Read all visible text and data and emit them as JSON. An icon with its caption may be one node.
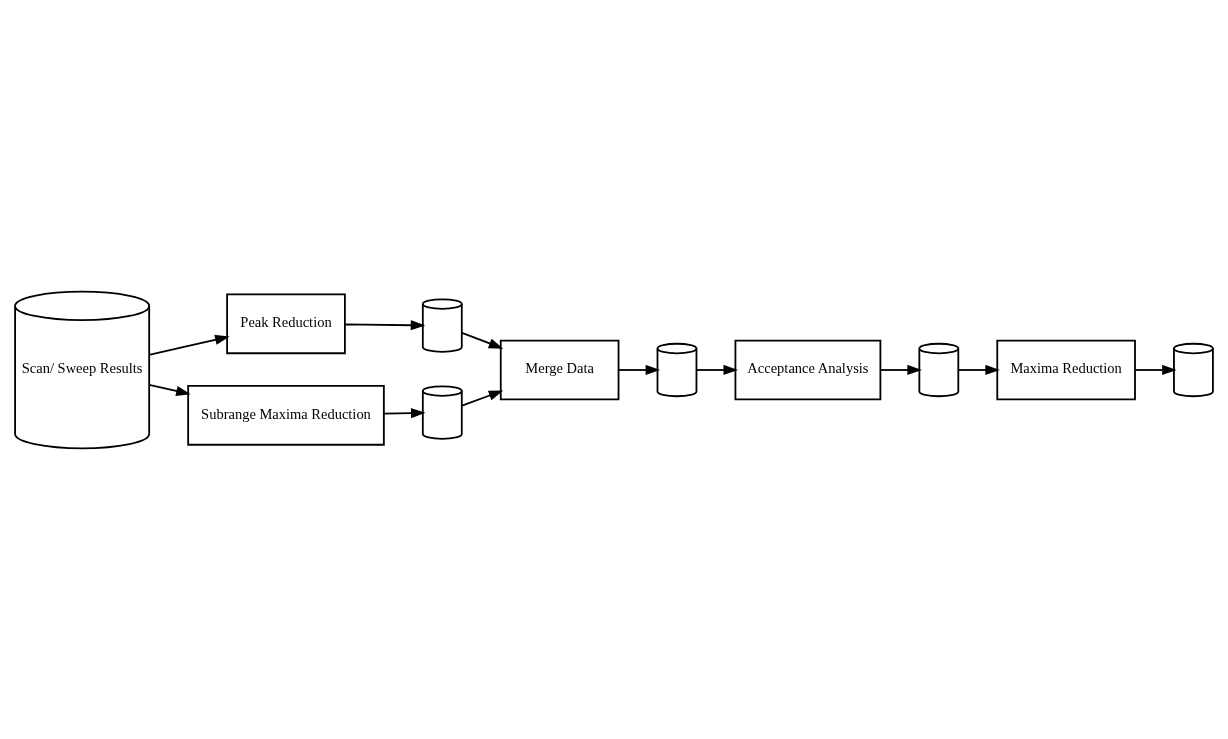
{
  "diagram": {
    "nodes": [
      {
        "text": [
          "Scan/ Sweep Results"
        ]
      },
      {
        "text": [
          "Peak Reduction"
        ]
      },
      {
        "text": [
          "Subrange Maxima Reduction"
        ]
      },
      {
        "text": [],
        "shape": "cylinder"
      },
      {
        "text": [],
        "shape": "cylinder"
      },
      {
        "text": [
          "Merge Data"
        ]
      },
      {
        "text": [],
        "shape": "cylinder"
      },
      {
        "text": [
          "Acceptance Analysis"
        ]
      },
      {
        "text": [],
        "shape": "cylinder"
      },
      {
        "text": [
          "Maxima Reduction"
        ]
      },
      {
        "text": [],
        "shape": "cylinder"
      }
    ],
    "edges": [
      {
        "from": 0,
        "to": 1,
        "arrow": "to"
      },
      {
        "from": 0,
        "to": 2,
        "arrow": "to"
      },
      {
        "from": 1,
        "to": 3,
        "arrow": "to"
      },
      {
        "from": 2,
        "to": 4,
        "arrow": "to"
      },
      {
        "from": 3,
        "to": 5,
        "arrow": "to"
      },
      {
        "from": 4,
        "to": 5,
        "arrow": "to"
      },
      {
        "from": 5,
        "to": 6,
        "arrow": "to"
      },
      {
        "from": 6,
        "to": 7,
        "arrow": "to"
      },
      {
        "from": 7,
        "to": 8,
        "arrow": "to"
      },
      {
        "from": 8,
        "to": 9,
        "arrow": "to"
      },
      {
        "from": 9,
        "to": 10,
        "arrow": "to"
      }
    ]
  }
}
